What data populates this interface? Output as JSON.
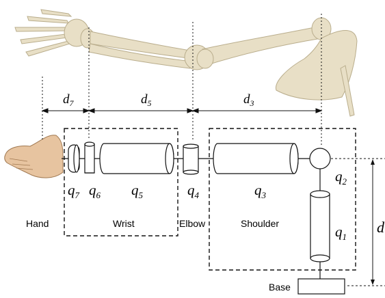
{
  "dimensions": {
    "d7": {
      "sym": "d",
      "sub": "7"
    },
    "d5": {
      "sym": "d",
      "sub": "5"
    },
    "d3": {
      "sym": "d",
      "sub": "3"
    },
    "d_base": {
      "sym": "d",
      "sub": ""
    }
  },
  "joints": {
    "q7": {
      "sym": "q",
      "sub": "7"
    },
    "q6": {
      "sym": "q",
      "sub": "6"
    },
    "q5": {
      "sym": "q",
      "sub": "5"
    },
    "q4": {
      "sym": "q",
      "sub": "4"
    },
    "q3": {
      "sym": "q",
      "sub": "3"
    },
    "q2": {
      "sym": "q",
      "sub": "2"
    },
    "q1": {
      "sym": "q",
      "sub": "1"
    }
  },
  "regions": {
    "hand": "Hand",
    "wrist": "Wrist",
    "elbow": "Elbow",
    "shoulder": "Shoulder",
    "base": "Base"
  },
  "colors": {
    "bone": "#e8dfc6",
    "bone_shadow": "#b9ad8c",
    "hand_skin": "#e7c4a0",
    "line": "#111111",
    "cylinder_fill": "#ffffff"
  }
}
